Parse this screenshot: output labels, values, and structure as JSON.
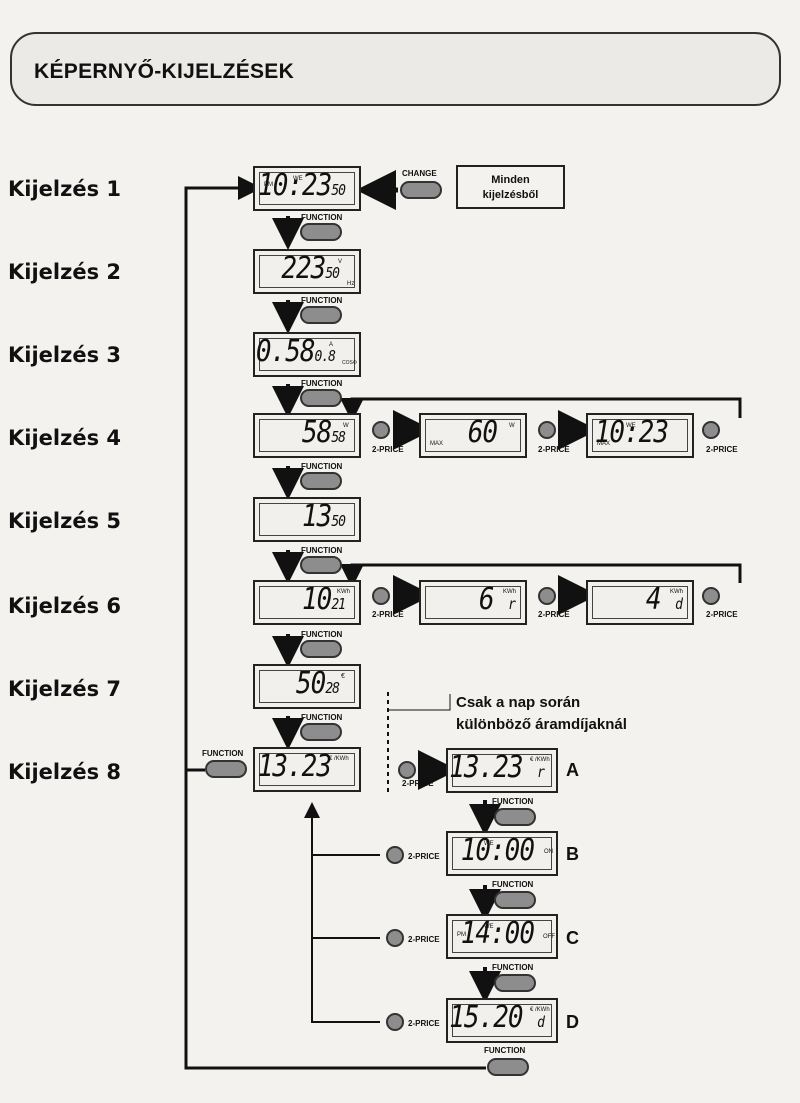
{
  "header": {
    "title": "KÉPERNYŐ-KIJELZÉSEK"
  },
  "labels": {
    "k1": "Kijelzés 1",
    "k2": "Kijelzés 2",
    "k3": "Kijelzés 3",
    "k4": "Kijelzés 4",
    "k5": "Kijelzés 5",
    "k6": "Kijelzés 6",
    "k7": "Kijelzés 7",
    "k8": "Kijelzés 8"
  },
  "buttons": {
    "function": "FUNCTION",
    "change": "CHANGE",
    "two_price": "2-PRICE"
  },
  "from_all": {
    "line1": "Minden",
    "line2": "kijelzésből"
  },
  "note": {
    "line1": "Csak a nap során",
    "line2": "különböző áramdíjaknál"
  },
  "letters": {
    "a": "A",
    "b": "B",
    "c": "C",
    "d": "D"
  },
  "displays": {
    "d1": {
      "main": "10:23",
      "sub": "50",
      "tag_pm": "PM",
      "tag_we": "WE"
    },
    "d2": {
      "main": "223",
      "sub": "50",
      "tag_v": "V",
      "tag_hz": "Hz"
    },
    "d3": {
      "main": "0.58",
      "sub": "0.8",
      "tag_a": "A",
      "tag_cos": "COSΦ"
    },
    "d4": {
      "main": "58",
      "sub": "58",
      "tag_w": "W"
    },
    "d4b": {
      "main": "60",
      "tag_max": "MAX",
      "tag_w": "W"
    },
    "d4c": {
      "main": "10:23",
      "tag_max": "MAX",
      "tag_we": "WE"
    },
    "d5": {
      "main": "13",
      "sub": "50"
    },
    "d6": {
      "main": "10",
      "sub": "21",
      "tag": "KWh"
    },
    "d6b": {
      "main": "6",
      "sub": "r",
      "tag": "KWh"
    },
    "d6c": {
      "main": "4",
      "sub": "d",
      "tag": "KWh"
    },
    "d7": {
      "main": "50",
      "sub": "28",
      "tag": "€"
    },
    "d8": {
      "main": "13.23",
      "tag": "€ /KWh"
    },
    "dA": {
      "main": "13.23",
      "sub": "r",
      "tag": "€ /KWh"
    },
    "dB": {
      "main": "10:00",
      "tag_on": "ON",
      "tag_we": "WE"
    },
    "dC": {
      "main": "14:00",
      "tag_pm": "PM",
      "tag_off": "OFF",
      "tag_we": "WE"
    },
    "dD": {
      "main": "15.20",
      "sub": "d",
      "tag": "€ /KWh"
    }
  },
  "colors": {
    "button_fill": "#8d8d8d",
    "ink": "#111111",
    "paper": "#f3f2ef"
  }
}
